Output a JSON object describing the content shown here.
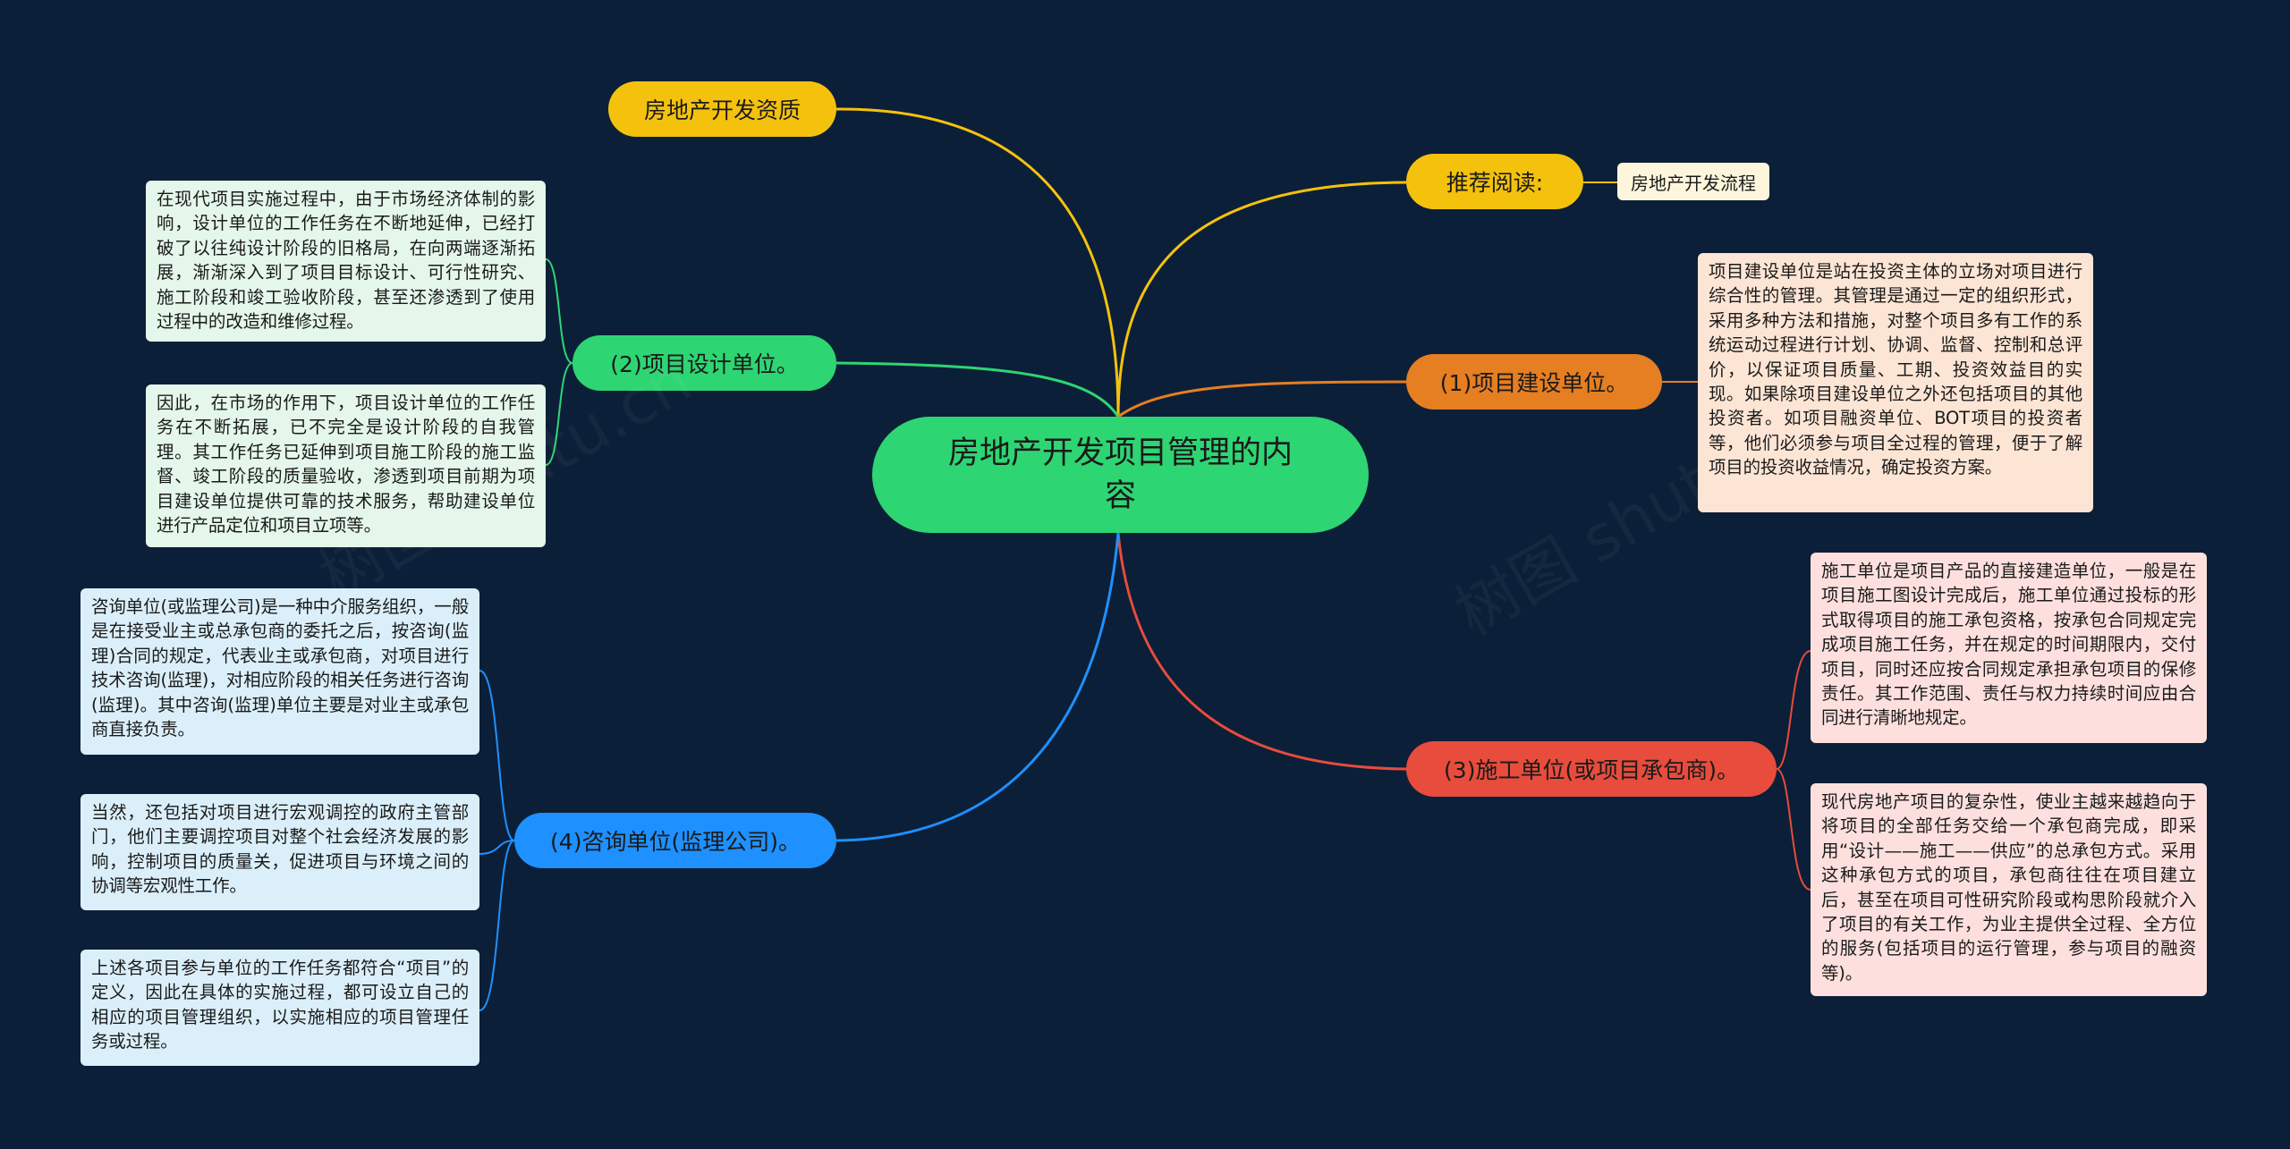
{
  "center": {
    "title": "房地产开发项目管理的内容"
  },
  "top_left": {
    "label": "房地产开发资质"
  },
  "recommend": {
    "label": "推荐阅读:",
    "tag": "房地产开发流程"
  },
  "branch1": {
    "label": "(1)项目建设单位。",
    "note": "项目建设单位是站在投资主体的立场对项目进行综合性的管理。其管理是通过一定的组织形式，采用多种方法和措施，对整个项目多有工作的系统运动过程进行计划、协调、监督、控制和总评价，以保证项目质量、工期、投资效益目的实现。如果除项目建设单位之外还包括项目的其他投资者。如项目融资单位、BOT项目的投资者等，他们必须参与项目全过程的管理，便于了解项目的投资收益情况，确定投资方案。"
  },
  "branch2": {
    "label": "(2)项目设计单位。",
    "notes": [
      "在现代项目实施过程中，由于市场经济体制的影响，设计单位的工作任务在不断地延伸，已经打破了以往纯设计阶段的旧格局，在向两端逐渐拓展，渐渐深入到了项目目标设计、可行性研究、施工阶段和竣工验收阶段，甚至还渗透到了使用过程中的改造和维修过程。",
      "因此，在市场的作用下，项目设计单位的工作任务在不断拓展，已不完全是设计阶段的自我管理。其工作任务已延伸到项目施工阶段的施工监督、竣工阶段的质量验收，渗透到项目前期为项目建设单位提供可靠的技术服务，帮助建设单位进行产品定位和项目立项等。"
    ]
  },
  "branch3": {
    "label": "(3)施工单位(或项目承包商)。",
    "notes": [
      "施工单位是项目产品的直接建造单位，一般是在项目施工图设计完成后，施工单位通过投标的形式取得项目的施工承包资格，按承包合同规定完成项目施工任务，并在规定的时间期限内，交付项目，同时还应按合同规定承担承包项目的保修责任。其工作范围、责任与权力持续时间应由合同进行清晰地规定。",
      "现代房地产项目的复杂性，使业主越来越趋向于将项目的全部任务交给一个承包商完成，即采用“设计——施工——供应”的总承包方式。采用这种承包方式的项目，承包商往往在项目建立后，甚至在项目可性研究阶段或构思阶段就介入了项目的有关工作，为业主提供全过程、全方位的服务(包括项目的运行管理，参与项目的融资等)。"
    ]
  },
  "branch4": {
    "label": "(4)咨询单位(监理公司)。",
    "notes": [
      "咨询单位(或监理公司)是一种中介服务组织，一般是在接受业主或总承包商的委托之后，按咨询(监理)合同的规定，代表业主或承包商，对项目进行技术咨询(监理)，对相应阶段的相关任务进行咨询(监理)。其中咨询(监理)单位主要是对业主或承包商直接负责。",
      "当然，还包括对项目进行宏观调控的政府主管部门，他们主要调控项目对整个社会经济发展的影响，控制项目的质量关，促进项目与环境之间的协调等宏观性工作。",
      "上述各项目参与单位的工作任务都符合“项目”的定义，因此在具体的实施过程，都可设立自己的相应的项目管理组织，以实施相应的项目管理任务或过程。"
    ]
  },
  "colors": {
    "yellow": "#f4c20d",
    "green": "#2ed573",
    "orange": "#e67e22",
    "red": "#e74c3c",
    "blue": "#1e90ff",
    "background": "#0c1f38"
  }
}
